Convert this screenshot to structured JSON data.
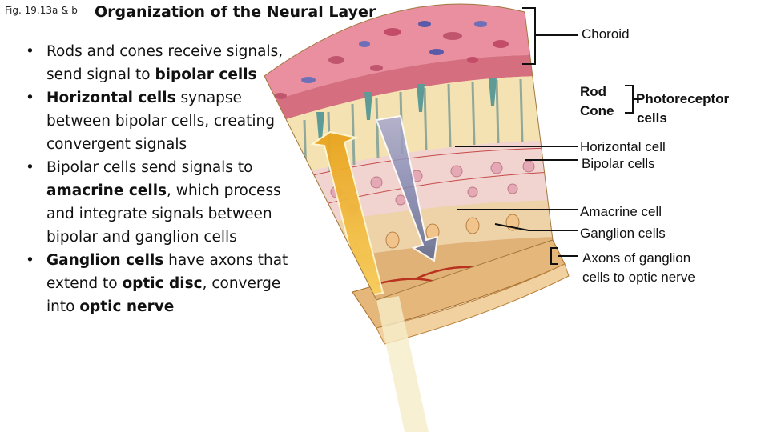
{
  "figure_ref": "Fig. 19.13a & b",
  "title": "Organization of the Neural Layer",
  "bullets": [
    {
      "parts": [
        {
          "t": "Rods and cones receive signals, send signal to ",
          "b": false
        },
        {
          "t": "bipolar cells",
          "b": true
        }
      ]
    },
    {
      "parts": [
        {
          "t": "Horizontal cells",
          "b": true
        },
        {
          "t": " synapse between bipolar cells, creating convergent signals",
          "b": false
        }
      ]
    },
    {
      "parts": [
        {
          "t": "Bipolar cells send signals to ",
          "b": false
        },
        {
          "t": "amacrine cells",
          "b": true
        },
        {
          "t": ", which process and integrate signals between bipolar and ganglion cells",
          "b": false
        }
      ]
    },
    {
      "parts": [
        {
          "t": "Ganglion cells",
          "b": true
        },
        {
          "t": " have axons that extend to ",
          "b": false
        },
        {
          "t": "optic disc",
          "b": true
        },
        {
          "t": ", converge into ",
          "b": false
        },
        {
          "t": "optic nerve",
          "b": true
        }
      ]
    }
  ],
  "labels": {
    "choroid": "Choroid",
    "rod": "Rod",
    "cone": "Cone",
    "photoreceptor_1": "Photoreceptor",
    "photoreceptor_2": "cells",
    "horizontal_cell": "Horizontal cell",
    "bipolar_cells": "Bipolar cells",
    "amacrine_cell": "Amacrine cell",
    "ganglion_cells": "Ganglion cells",
    "axons_1": "Axons of ganglion",
    "axons_2": "cells to optic nerve"
  },
  "colors": {
    "choroid": "#e7909f",
    "choroid_dark": "#c9566e",
    "photoreceptor_layer": "#f2dca6",
    "neural_layer": "#f0d7c8",
    "ganglion_layer": "#ecc89a",
    "fiber_layer": "#dcaa67",
    "vessel": "#b8321f",
    "light_arrow": "#f3b32a",
    "signal_arrow": "#8a90b8"
  }
}
